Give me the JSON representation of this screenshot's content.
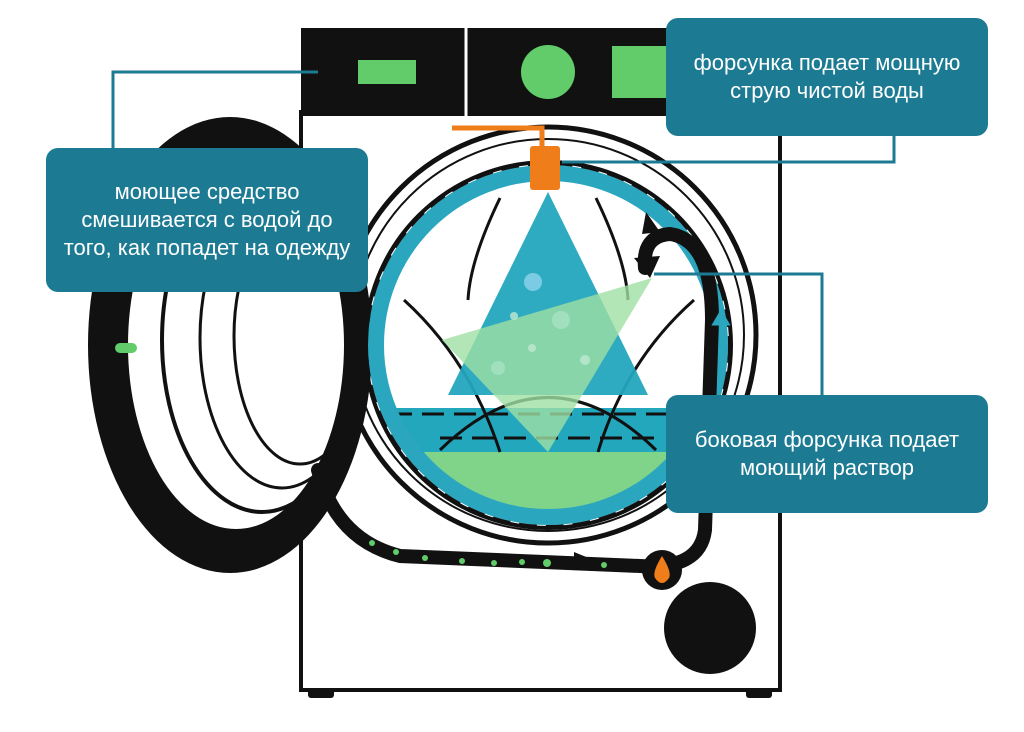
{
  "colors": {
    "background": "#ffffff",
    "outline": "#111111",
    "callout_bg": "#1c7a93",
    "callout_text": "#ffffff",
    "drum_ring": "#2aa6bf",
    "water_teal": "#23a7bd",
    "water_green": "#7fd48a",
    "spray_green": "#9fe0a4",
    "accent_green": "#62cc6a",
    "nozzle_orange": "#ef7d1a"
  },
  "callouts": {
    "detergent_mix": "моющее средство смешивается с водой до того, как попадет на одежду",
    "top_nozzle": "форсунка подает мощную струю чистой воды",
    "side_nozzle": "боковая форсунка подает моющий раствор"
  },
  "icons": {
    "machine": "washing-machine-body",
    "door": "open-door-ring",
    "drum": "drum",
    "nozzle": "nozzle-icon",
    "drop": "drop-icon",
    "pump": "pump-icon"
  }
}
